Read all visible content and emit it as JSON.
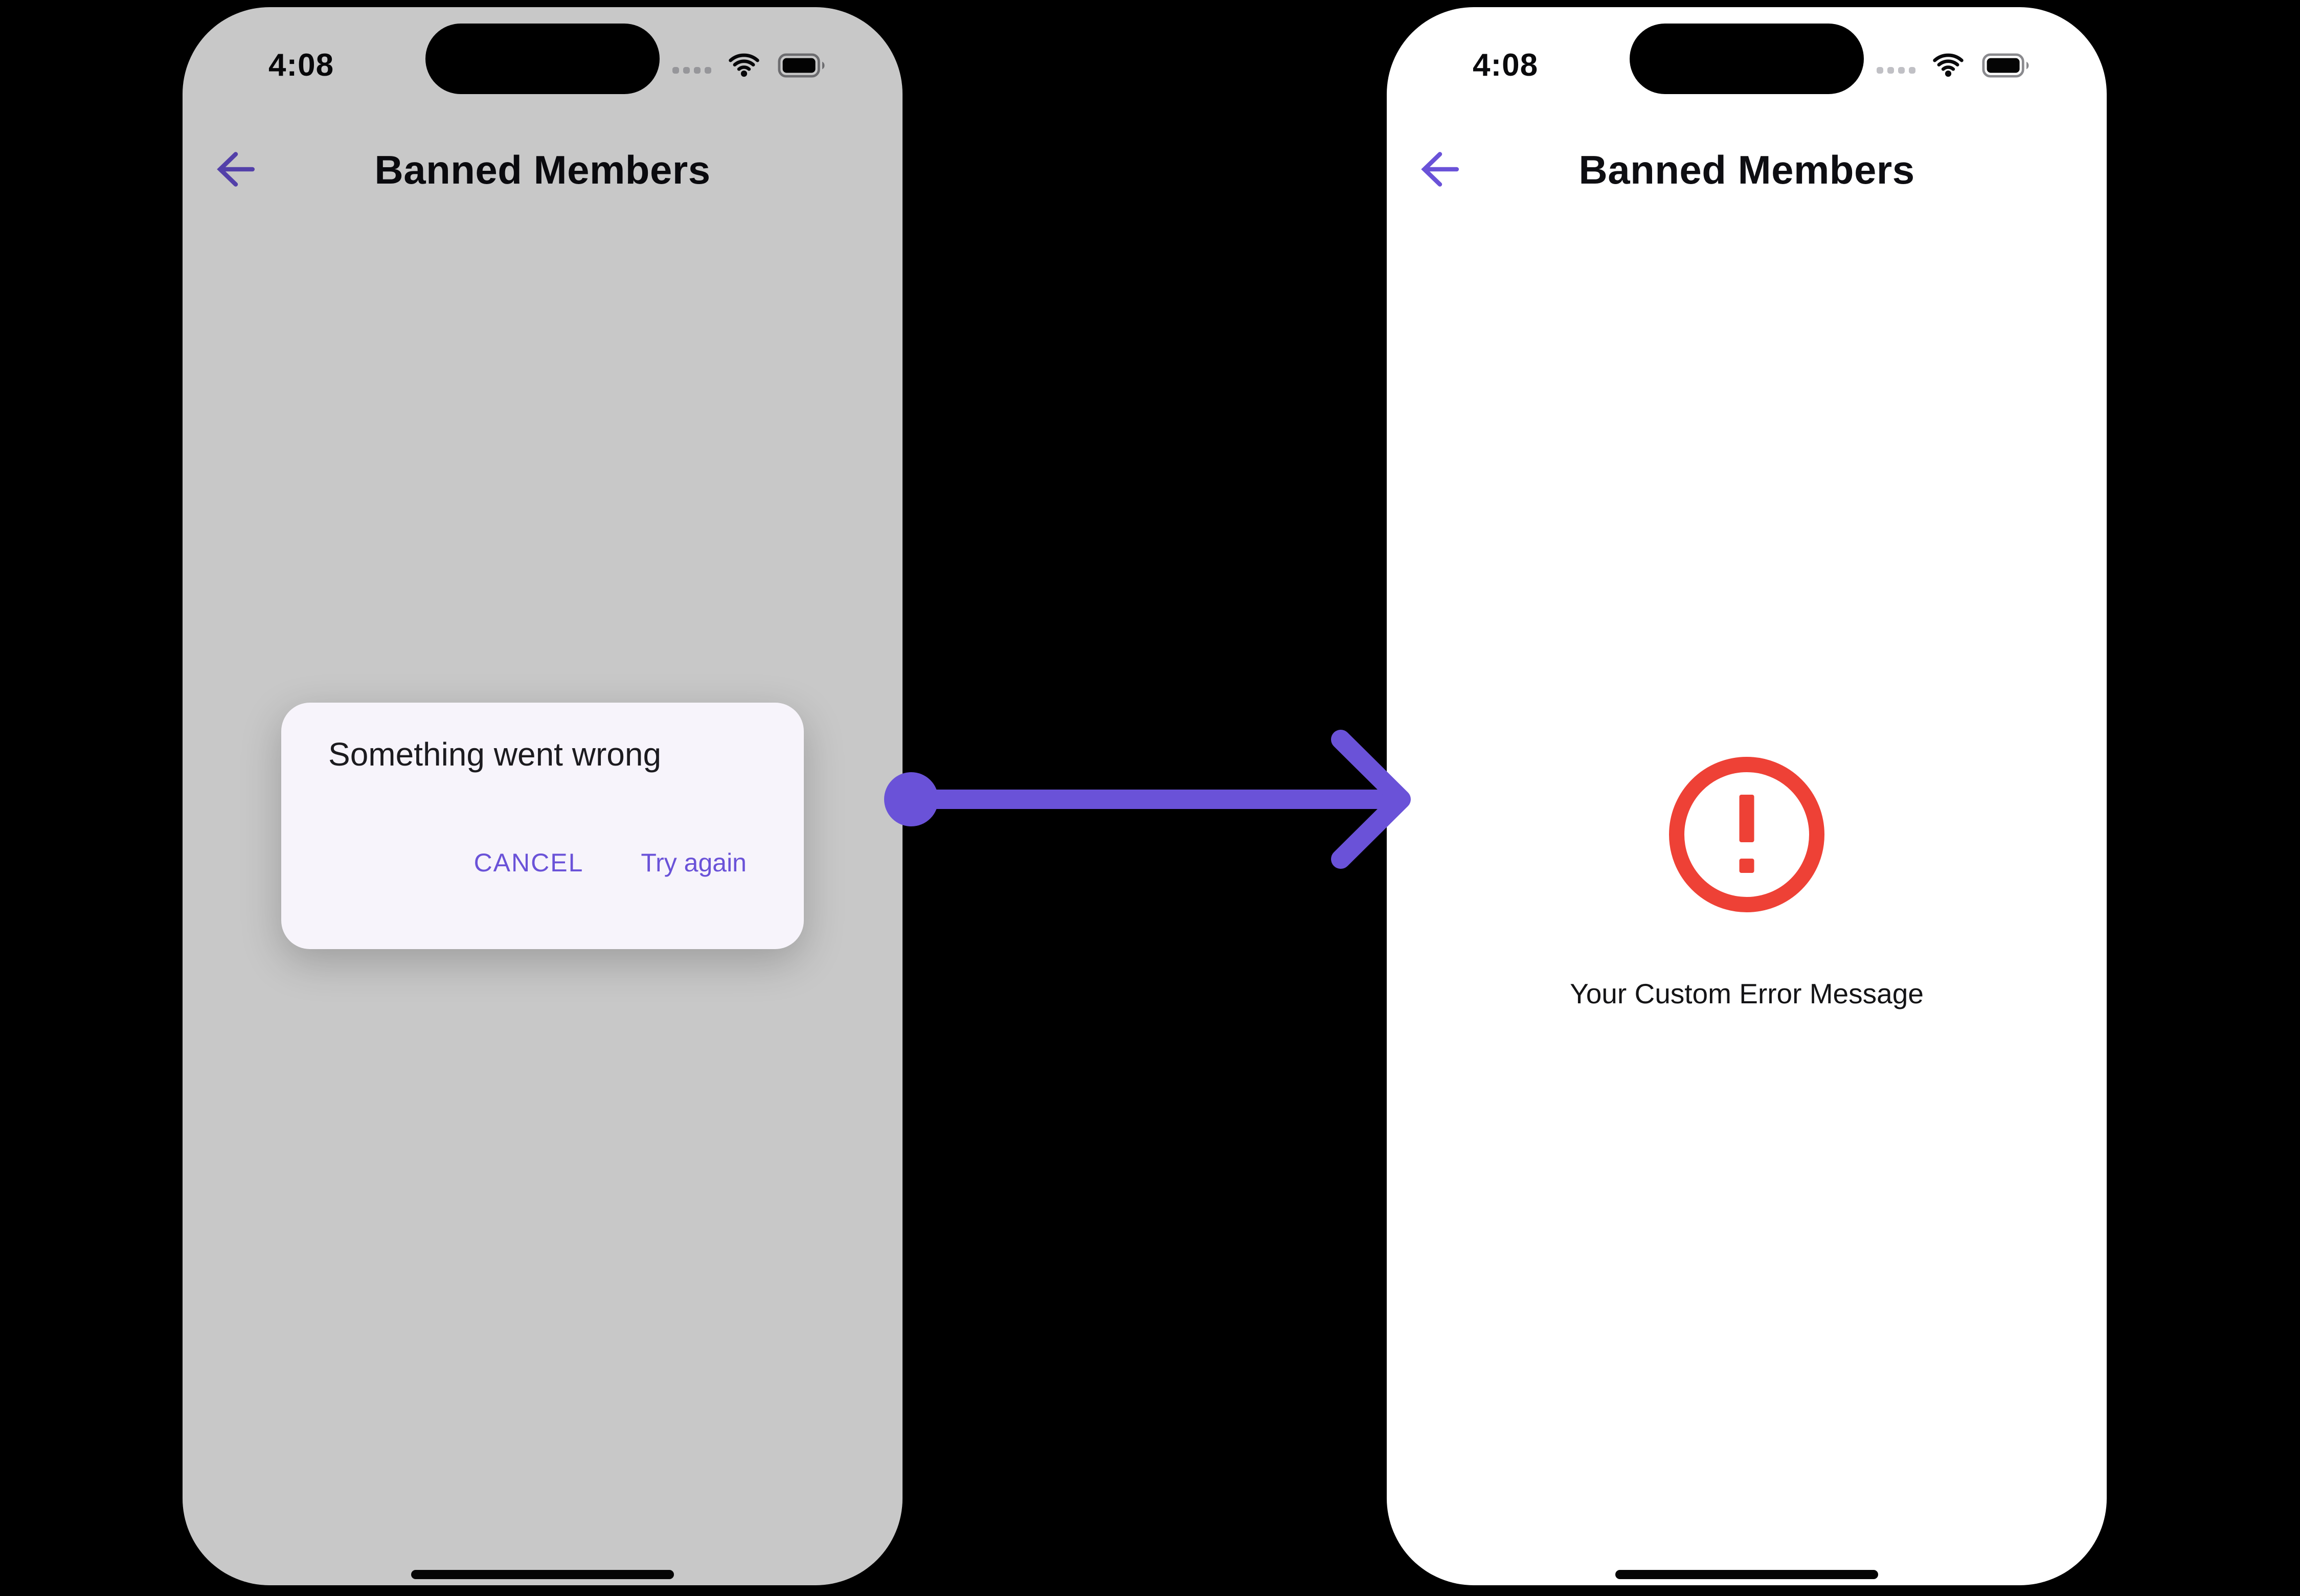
{
  "colors": {
    "canvas_bg": "#000000",
    "phone_bg": "#ffffff",
    "accent_purple": "#6A52D8",
    "error_red": "#EE4136",
    "dialog_bg": "#F7F4FB",
    "text_primary": "#121214",
    "status_muted": "#c0c0c5"
  },
  "left_phone": {
    "status_bar": {
      "time": "4:08"
    },
    "header": {
      "title": "Banned Members",
      "back_icon": "arrow-left"
    },
    "dialog": {
      "title": "Something went wrong",
      "cancel_label": "CANCEL",
      "try_again_label": "Try again"
    }
  },
  "right_phone": {
    "status_bar": {
      "time": "4:08"
    },
    "header": {
      "title": "Banned Members",
      "back_icon": "arrow-left"
    },
    "error": {
      "icon": "exclamation-circle",
      "message": "Your Custom Error Message"
    }
  },
  "connector": {
    "type": "arrow-right",
    "from": "dialog-try-again",
    "to": "error-state"
  },
  "status_icons": {
    "cellular": "signal-dots",
    "wifi": "wifi",
    "battery": "battery-full"
  }
}
